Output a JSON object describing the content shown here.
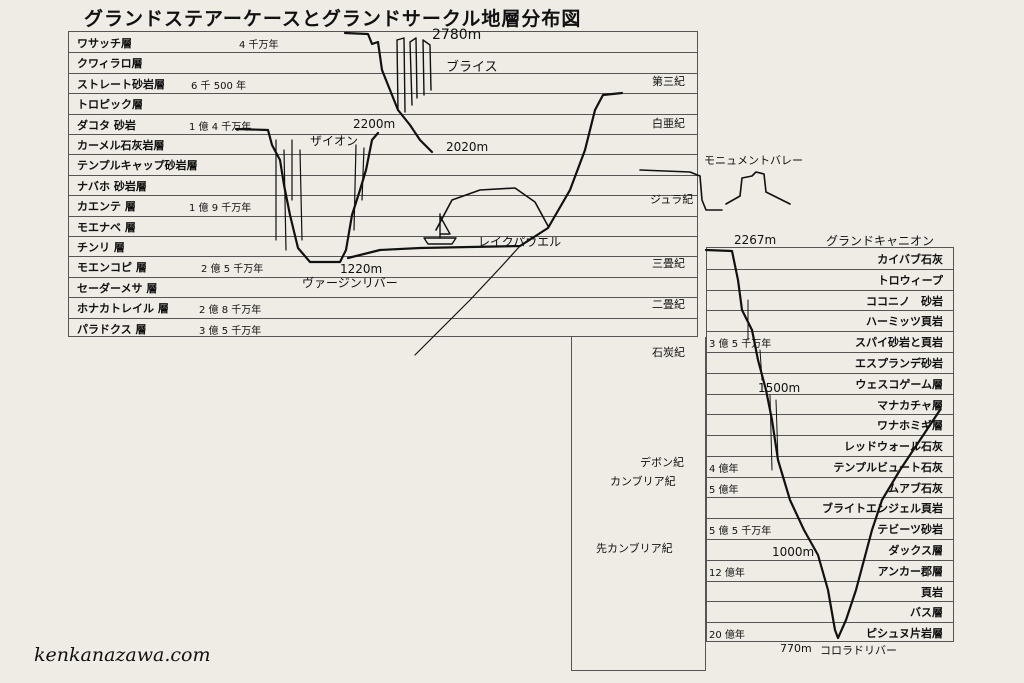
{
  "title": "グランドステアーケースとグランドサークル地層分布図",
  "left_layers": [
    {
      "name": "ワサッチ層",
      "age": "4 千万年"
    },
    {
      "name": "クワィラロ層",
      "age": ""
    },
    {
      "name": "ストレート砂岩層",
      "age": "6 千 500 年"
    },
    {
      "name": "トロピック層",
      "age": ""
    },
    {
      "name": "ダコタ 砂岩",
      "age": "1 億 4 千万年"
    },
    {
      "name": "カーメル石灰岩層",
      "age": ""
    },
    {
      "name": "テンプルキャップ砂岩層",
      "age": ""
    },
    {
      "name": "ナバホ 砂岩層",
      "age": ""
    },
    {
      "name": "カエンテ 層",
      "age": "1 億 9 千万年"
    },
    {
      "name": "モエナベ 層",
      "age": ""
    },
    {
      "name": "チンリ 層",
      "age": ""
    },
    {
      "name": "モエンコピ 層",
      "age": "2 億 5 千万年"
    },
    {
      "name": "セーダーメサ 層",
      "age": ""
    },
    {
      "name": "ホナカトレイル 層",
      "age": "2 億 8 千万年"
    },
    {
      "name": "パラドクス 層",
      "age": "3 億 5 千万年"
    }
  ],
  "periods_upper": [
    "第三紀",
    "白亜紀",
    "ジュラ紀",
    "三畳紀",
    "二畳紀"
  ],
  "periods_lower": [
    "石炭紀",
    "デボン紀",
    "カンブリア紀",
    "先カンブリア紀"
  ],
  "right_layers": [
    {
      "name": "カイバブ石灰",
      "age": ""
    },
    {
      "name": "トロウィープ",
      "age": ""
    },
    {
      "name": "ココニノ　砂岩",
      "age": ""
    },
    {
      "name": "ハーミッツ頁岩",
      "age": ""
    },
    {
      "name": "スパイ砂岩と頁岩",
      "age": "3 億 5 千万年"
    },
    {
      "name": "エスプランデ砂岩",
      "age": ""
    },
    {
      "name": "ウェスコゲーム層",
      "age": ""
    },
    {
      "name": "マナカチャ層",
      "age": ""
    },
    {
      "name": "ワナホミギ層",
      "age": ""
    },
    {
      "name": "レッドウォール石灰",
      "age": ""
    },
    {
      "name": "テンプルビュート石灰",
      "age": "4 億年"
    },
    {
      "name": "ムアブ石灰",
      "age": "5 億年"
    },
    {
      "name": "ブライトエンジェル頁岩",
      "age": ""
    },
    {
      "name": "テビーツ砂岩",
      "age": "5 億 5 千万年"
    },
    {
      "name": "ダックス層",
      "age": ""
    },
    {
      "name": "アンカー郡層",
      "age": "12 億年"
    },
    {
      "name": "頁岩",
      "age": ""
    },
    {
      "name": "バス層",
      "age": ""
    },
    {
      "name": "ピシュヌ片岩層",
      "age": "20 億年"
    }
  ],
  "annotations": {
    "bryce_height": "2780m",
    "bryce": "ブライス",
    "zion": "ザイオン",
    "zion_height": "2200m",
    "bryce_low": "2020m",
    "virgin_height": "1220m",
    "virgin": "ヴァージンリバー",
    "powell": "レイクパウエル",
    "monument": "モニュメントバレー",
    "gc_height": "2267m",
    "gc": "グランドキャニオン",
    "gc_mid": "1500m",
    "gc_low": "1000m",
    "colorado_height": "770m",
    "colorado": "コロラドリバー"
  },
  "footer": "kenkanazawa.com"
}
